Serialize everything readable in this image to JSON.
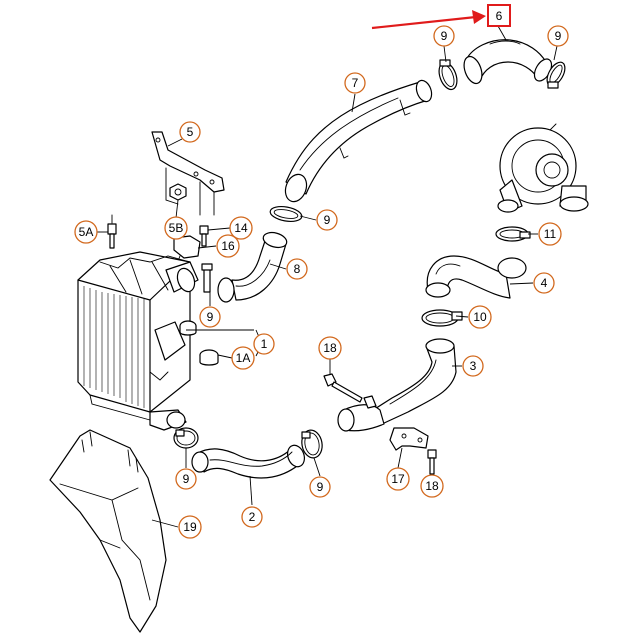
{
  "diagram": {
    "highlighted_part": "6",
    "callouts": [
      {
        "id": "c6",
        "label": "6"
      },
      {
        "id": "c9a",
        "label": "9"
      },
      {
        "id": "c9b",
        "label": "9"
      },
      {
        "id": "c7",
        "label": "7"
      },
      {
        "id": "c5",
        "label": "5"
      },
      {
        "id": "c5a",
        "label": "5A"
      },
      {
        "id": "c5b",
        "label": "5B"
      },
      {
        "id": "c14",
        "label": "14"
      },
      {
        "id": "c16",
        "label": "16"
      },
      {
        "id": "c9c",
        "label": "9"
      },
      {
        "id": "c8",
        "label": "8"
      },
      {
        "id": "c11",
        "label": "11"
      },
      {
        "id": "c4",
        "label": "4"
      },
      {
        "id": "c10",
        "label": "10"
      },
      {
        "id": "c9d",
        "label": "9"
      },
      {
        "id": "c1",
        "label": "1"
      },
      {
        "id": "c1a",
        "label": "1A"
      },
      {
        "id": "c18a",
        "label": "18"
      },
      {
        "id": "c3",
        "label": "3"
      },
      {
        "id": "c9e",
        "label": "9"
      },
      {
        "id": "c9f",
        "label": "9"
      },
      {
        "id": "c17",
        "label": "17"
      },
      {
        "id": "c18b",
        "label": "18"
      },
      {
        "id": "c2",
        "label": "2"
      },
      {
        "id": "c19",
        "label": "19"
      }
    ]
  }
}
